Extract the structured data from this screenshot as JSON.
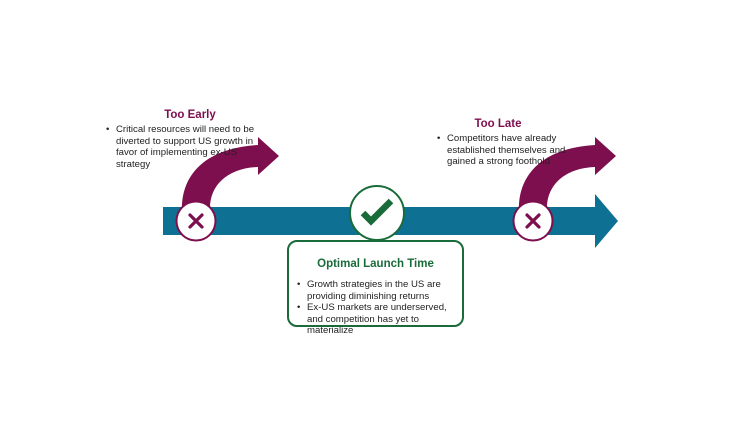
{
  "colors": {
    "timeline": "#0e7092",
    "early_late": "#7d0f4e",
    "optimal": "#1a6b3a",
    "text": "#222222"
  },
  "markers": [
    {
      "id": "too-early",
      "icon": "x-mark-icon"
    },
    {
      "id": "optimal",
      "icon": "checkmark-icon"
    },
    {
      "id": "too-late",
      "icon": "x-mark-icon"
    }
  ],
  "too_early": {
    "title": "Too Early",
    "bullets": [
      "Critical resources will need to be diverted to support US growth in favor of implementing ex-US strategy"
    ]
  },
  "too_late": {
    "title": "Too Late",
    "bullets": [
      "Competitors have already established themselves and gained a strong foothold"
    ]
  },
  "optimal": {
    "title": "Optimal Launch Time",
    "bullets": [
      "Growth strategies in the US are providing diminishing returns",
      "Ex-US markets are underserved, and competition has yet to materialize"
    ]
  }
}
